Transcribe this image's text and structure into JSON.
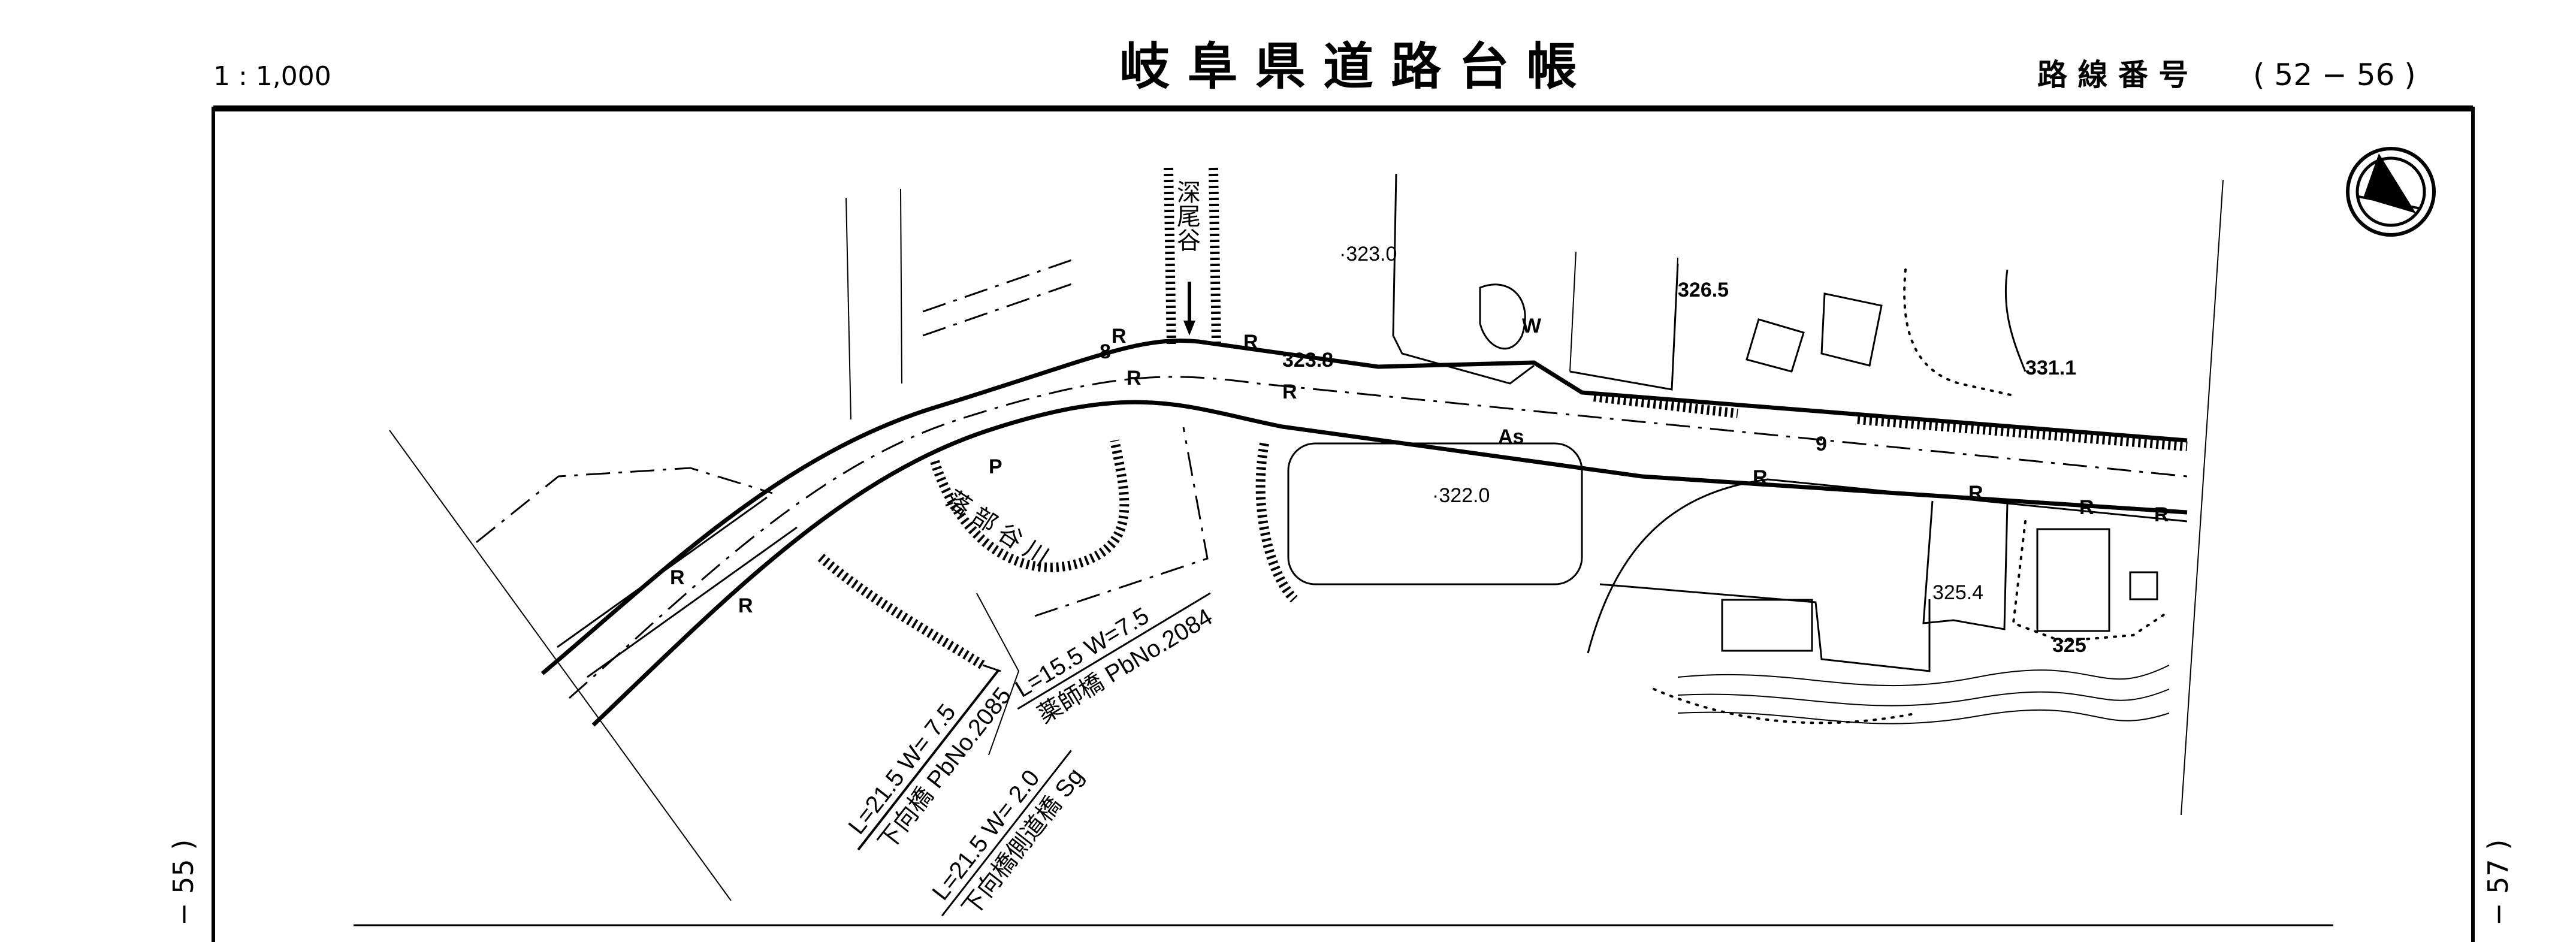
{
  "header": {
    "scale": "1 : 1,000",
    "title": "岐 阜 県 道 路 台 帳",
    "route_label": "路 線 番 号",
    "route_number": "( 52  −  56 )"
  },
  "side": {
    "left_page": "− 55 )",
    "right_page": "− 57 )"
  },
  "map": {
    "stream_name": "深尾谷",
    "river_name": "落 部 谷 川",
    "pavement": "As",
    "width_9": "9",
    "width_8": "8",
    "marker_p": "P",
    "marker_w": "W",
    "marker_r": "R",
    "elevations": {
      "e323_0": "·323.0",
      "e326_5": "326.5",
      "e323_8": "323.8",
      "e331_1": "331.1",
      "e322_0": "·322.0",
      "e325_4": "325.4",
      "e325": "325"
    },
    "bridges": [
      {
        "dims": "L=15.5  W=7.5",
        "name": "薬師橋  PbNo.2084"
      },
      {
        "dims": "L=21.5  W= 7.5",
        "name": "下向橋  PbNo.2085"
      },
      {
        "dims": "L=21.5  W= 2.0",
        "name": "下向橋側道橋 Sg"
      }
    ]
  }
}
